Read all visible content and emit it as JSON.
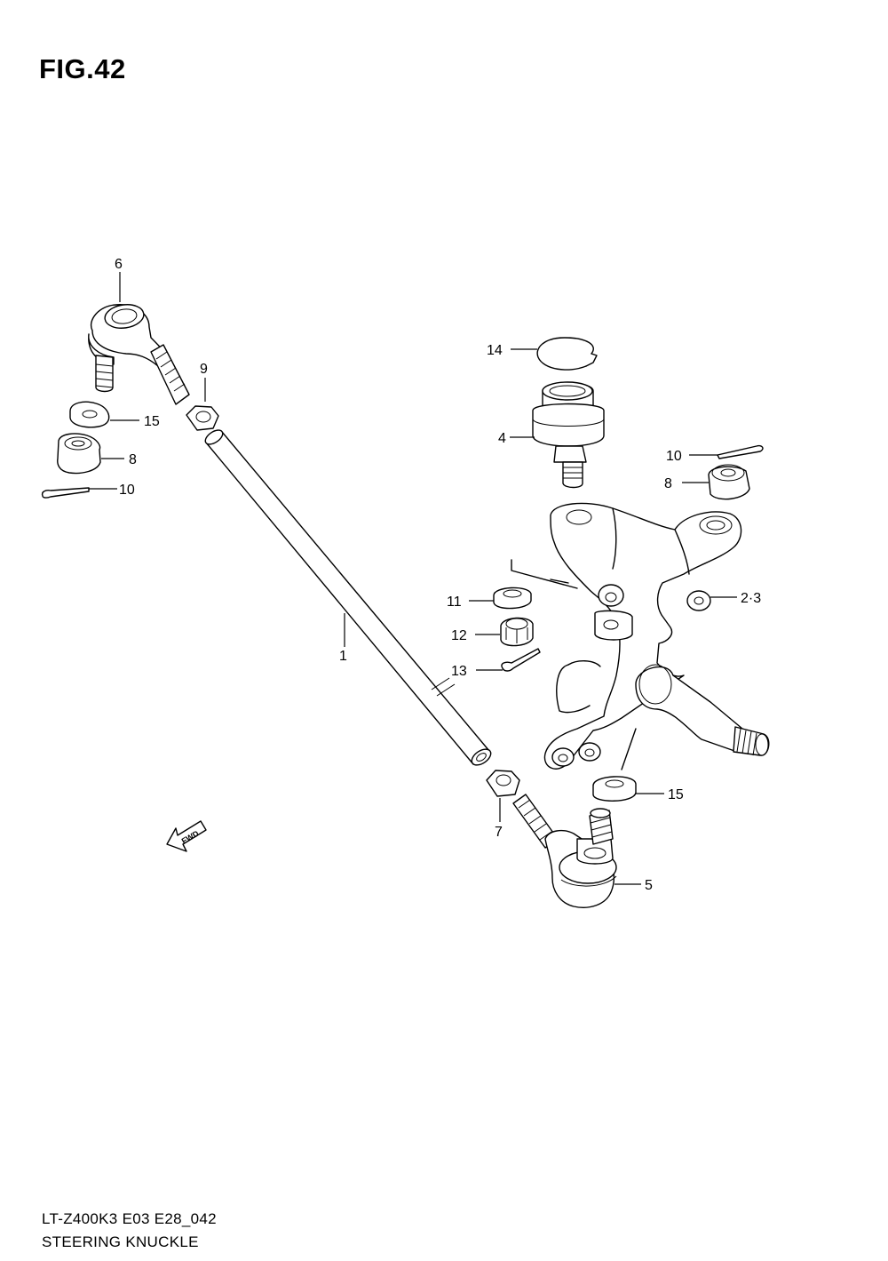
{
  "figure": {
    "title": "FIG.42",
    "model_code": "LT-Z400K3 E03 E28_042",
    "name": "STEERING KNUCKLE",
    "fwd_label": "FWD"
  },
  "callouts": [
    {
      "id": "tie-rod",
      "label": "1"
    },
    {
      "id": "knuckle-right",
      "label": "2·3"
    },
    {
      "id": "ball-joint",
      "label": "4"
    },
    {
      "id": "tie-rod-end-lower",
      "label": "5"
    },
    {
      "id": "tie-rod-end-upper",
      "label": "6"
    },
    {
      "id": "lock-nut-lower",
      "label": "7"
    },
    {
      "id": "nut-left",
      "label": "8"
    },
    {
      "id": "nut-right",
      "label": "8"
    },
    {
      "id": "lock-nut-upper",
      "label": "9"
    },
    {
      "id": "cotter-pin-right",
      "label": "10"
    },
    {
      "id": "cotter-pin-left",
      "label": "10"
    },
    {
      "id": "washer",
      "label": "11"
    },
    {
      "id": "castle-nut",
      "label": "12"
    },
    {
      "id": "cotter-pin-13",
      "label": "13"
    },
    {
      "id": "circlip",
      "label": "14"
    },
    {
      "id": "washer-left",
      "label": "15"
    },
    {
      "id": "washer-right",
      "label": "15"
    }
  ]
}
